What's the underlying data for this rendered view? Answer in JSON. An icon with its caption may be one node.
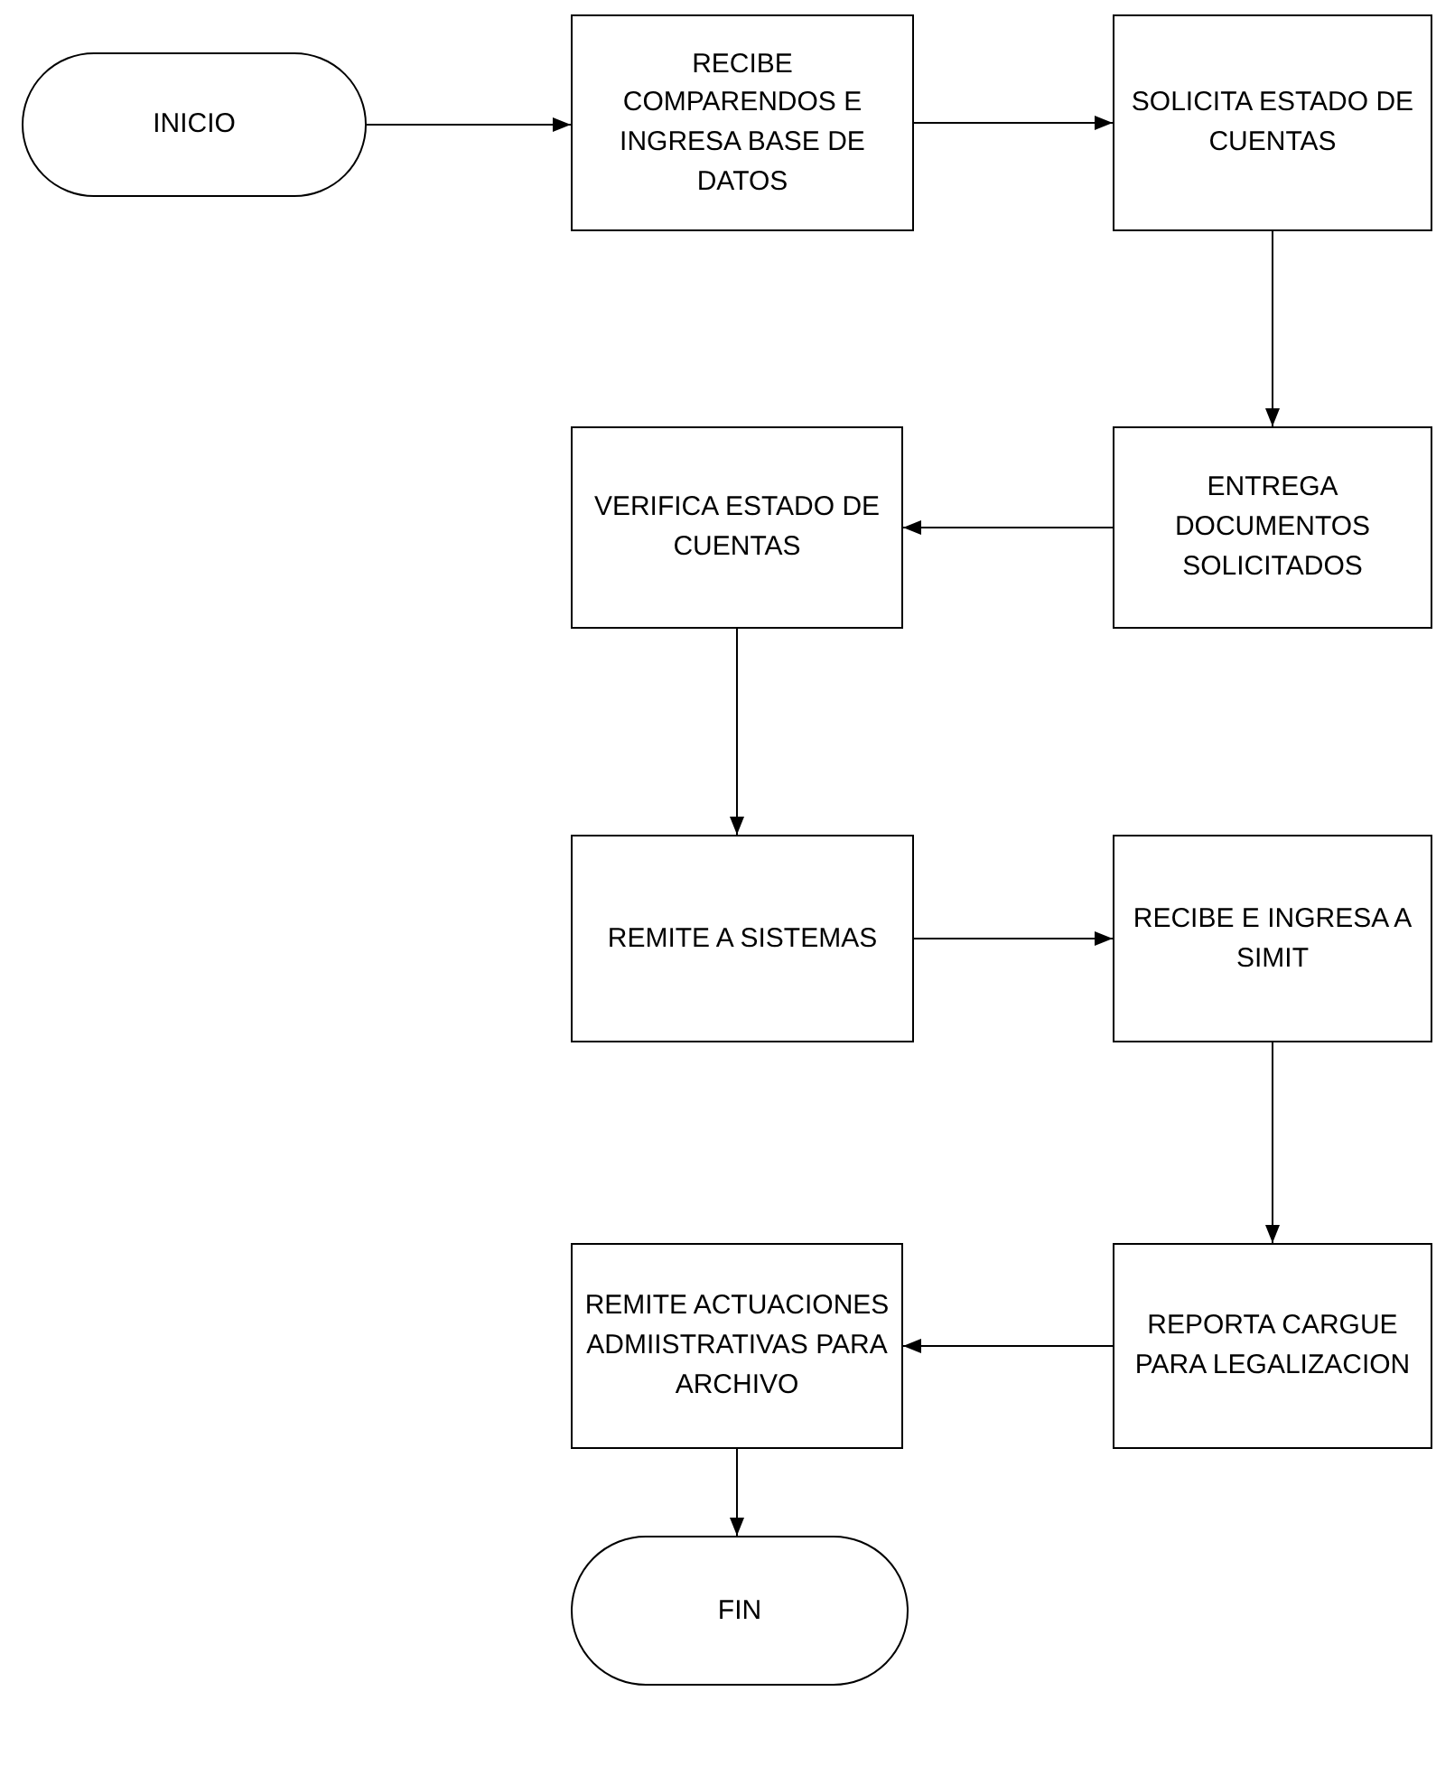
{
  "diagram": {
    "nodes": [
      {
        "text": [
          "INICIO"
        ]
      },
      {
        "text": [
          "RECIBE COMPARENDOS E INGRESA BASE DE DATOS"
        ]
      },
      {
        "text": [
          "SOLICITA ESTADO DE CUENTAS"
        ]
      },
      {
        "text": [
          "ENTREGA DOCUMENTOS SOLICITADOS"
        ]
      },
      {
        "text": [
          "VERIFICA ESTADO DE CUENTAS"
        ]
      },
      {
        "text": [
          "REMITE A SISTEMAS"
        ]
      },
      {
        "text": [
          "RECIBE E INGRESA A SIMIT"
        ]
      },
      {
        "text": [
          "REPORTA CARGUE PARA LEGALIZACION"
        ]
      },
      {
        "text": [
          "REMITE ACTUACIONES ADMIISTRATIVAS PARA ARCHIVO"
        ]
      },
      {
        "text": [
          "FIN"
        ]
      }
    ],
    "edges": [
      {
        "from": 0,
        "to": 1,
        "arrow": "to"
      },
      {
        "from": 1,
        "to": 2,
        "arrow": "to"
      },
      {
        "from": 2,
        "to": 3,
        "arrow": "to"
      },
      {
        "from": 3,
        "to": 4,
        "arrow": "to"
      },
      {
        "from": 4,
        "to": 5,
        "arrow": "to"
      },
      {
        "from": 5,
        "to": 6,
        "arrow": "to"
      },
      {
        "from": 6,
        "to": 7,
        "arrow": "to"
      },
      {
        "from": 7,
        "to": 8,
        "arrow": "to"
      },
      {
        "from": 8,
        "to": 9,
        "arrow": "to"
      }
    ]
  }
}
